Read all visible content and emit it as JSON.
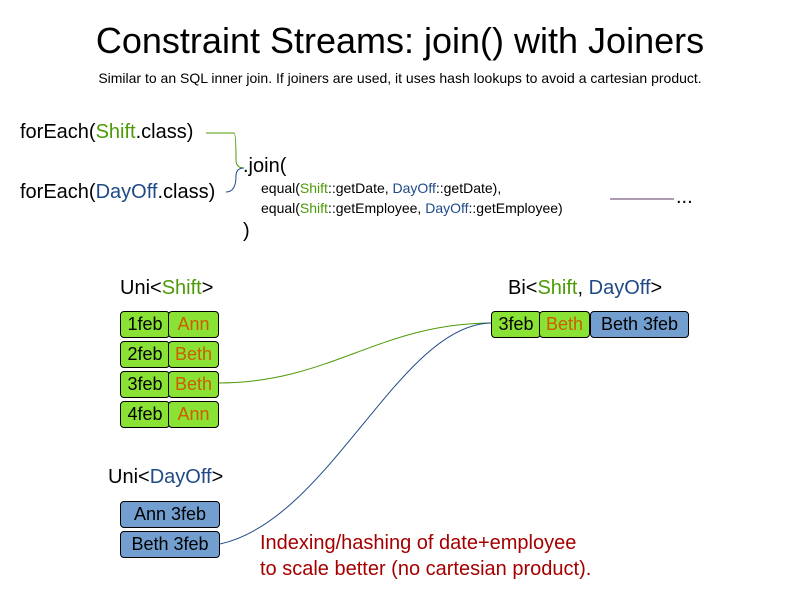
{
  "title": "Constraint Streams: join() with Joiners",
  "subtitle": "Similar to an SQL inner join. If joiners are used, it uses hash lookups to avoid a cartesian product.",
  "code": {
    "line1": {
      "pre": "forEach(",
      "cls": "Shift",
      "post": ".class)"
    },
    "line2": {
      "pre": "forEach(",
      "cls": "DayOff",
      "post": ".class)"
    },
    "join_open": ".join(",
    "equal1": {
      "pre": "equal(",
      "a": "Shift",
      "mid": "::getDate, ",
      "b": "DayOff",
      "post": "::getDate),"
    },
    "equal2": {
      "pre": "equal(",
      "a": "Shift",
      "mid": "::getEmployee, ",
      "b": "DayOff",
      "post": "::getEmployee)"
    },
    "join_close": ")",
    "ellipsis": "..."
  },
  "uni_shift": {
    "header": {
      "pre": "Uni<",
      "type": "Shift",
      "post": ">"
    },
    "rows": [
      {
        "date": "1feb",
        "employee": "Ann"
      },
      {
        "date": "2feb",
        "employee": "Beth"
      },
      {
        "date": "3feb",
        "employee": "Beth"
      },
      {
        "date": "4feb",
        "employee": "Ann"
      }
    ]
  },
  "uni_dayoff": {
    "header": {
      "pre": "Uni<",
      "type": "DayOff",
      "post": ">"
    },
    "rows": [
      "Ann 3feb",
      "Beth 3feb"
    ]
  },
  "bi": {
    "header": {
      "pre": "Bi<",
      "a": "Shift",
      "sep": ", ",
      "b": "DayOff",
      "post": ">"
    },
    "tuple": {
      "date": "3feb",
      "employee": "Beth",
      "dayoff": "Beth 3feb"
    }
  },
  "note": {
    "line1": "Indexing/hashing of date+employee",
    "line2": "to scale better (no cartesian product)."
  },
  "colors": {
    "shift": "#4e9a06",
    "dayoff": "#204a87",
    "employee": "#ce5c00",
    "note": "#a40000",
    "shift_box": "#8ae234",
    "dayoff_box": "#729fcf",
    "stream_line": "#5c3566"
  }
}
